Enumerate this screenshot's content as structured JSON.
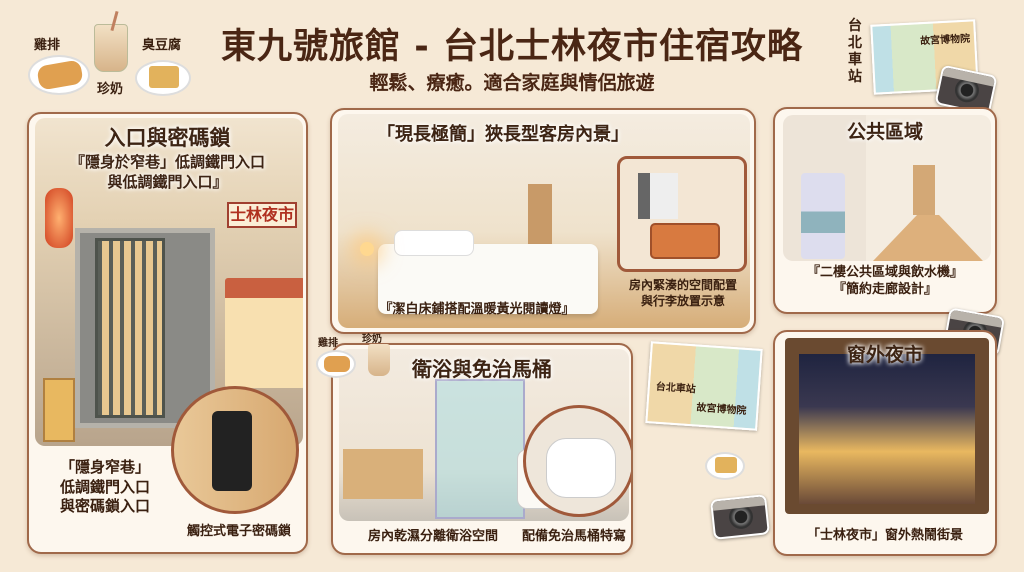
{
  "header": {
    "title": "東九號旅館 - 台北士林夜市住宿攻略",
    "subtitle": "輕鬆、療癒。適合家庭與情侶旅遊",
    "food_labels": {
      "chicken": "雞排",
      "milk_tea": "珍奶",
      "tofu": "臭豆腐"
    },
    "map_labels": {
      "station": "台北車站",
      "museum": "故宮博物院"
    }
  },
  "panels": {
    "entrance": {
      "title": "入口與密碼鎖",
      "quote": "『隱身於窄巷」低調鐵門入口\n與低調鐵門入口』",
      "market_sign": "士林夜市",
      "caption": "「隱身窄巷」\n低調鐵門入口\n與密碼鎖入口",
      "lock_caption": "觸控式電子密碼鎖"
    },
    "room": {
      "title": "「現長極簡」狹長型客房內景」",
      "bed_caption": "『潔白床鋪搭配溫暖黃光閱讀燈』",
      "inset_caption": "房內緊湊的空間配置\n與行李放置示意"
    },
    "bathroom": {
      "title": "衛浴與免治馬桶",
      "caption_left": "房內乾濕分離衛浴空間",
      "caption_right": "配備免治馬桶特寫",
      "food_labels": {
        "chicken": "雞排",
        "milk_tea": "珍奶"
      }
    },
    "center_map": {
      "station": "台北車站",
      "museum": "故宮博物院"
    },
    "public": {
      "title": "公共區域",
      "caption": "『二樓公共區域與飲水機』\n『簡約走廊設計』"
    },
    "window": {
      "title": "窗外夜市",
      "caption": "「士林夜市」窗外熱鬧街景"
    }
  },
  "colors": {
    "background": "#f6e9d6",
    "border": "#a0694a",
    "text": "#4a2614",
    "accent": "#a0593a"
  }
}
